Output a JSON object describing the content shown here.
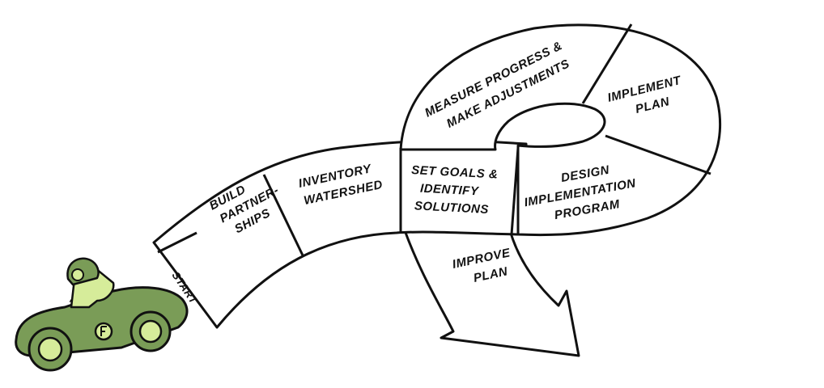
{
  "diagram": {
    "steps": {
      "start": "START",
      "build": [
        "BUILD",
        "PARTNER-",
        "SHIPS"
      ],
      "inventory": [
        "INVENTORY",
        "WATERSHED"
      ],
      "set_goals": [
        "SET GOALS &",
        "IDENTIFY",
        "SOLUTIONS"
      ],
      "design": [
        "DESIGN",
        "IMPLEMENTATION",
        "PROGRAM"
      ],
      "implement": [
        "IMPLEMENT",
        "PLAN"
      ],
      "measure": [
        "MEASURE PROGRESS &",
        "MAKE ADJUSTMENTS"
      ],
      "improve": [
        "IMPROVE",
        "PLAN"
      ]
    }
  },
  "colors": {
    "car_body": "#7a9c57",
    "car_light": "#d6ec9a",
    "outline": "#111111"
  },
  "icons": {
    "car": "race-car-icon",
    "driver": "driver-icon"
  }
}
